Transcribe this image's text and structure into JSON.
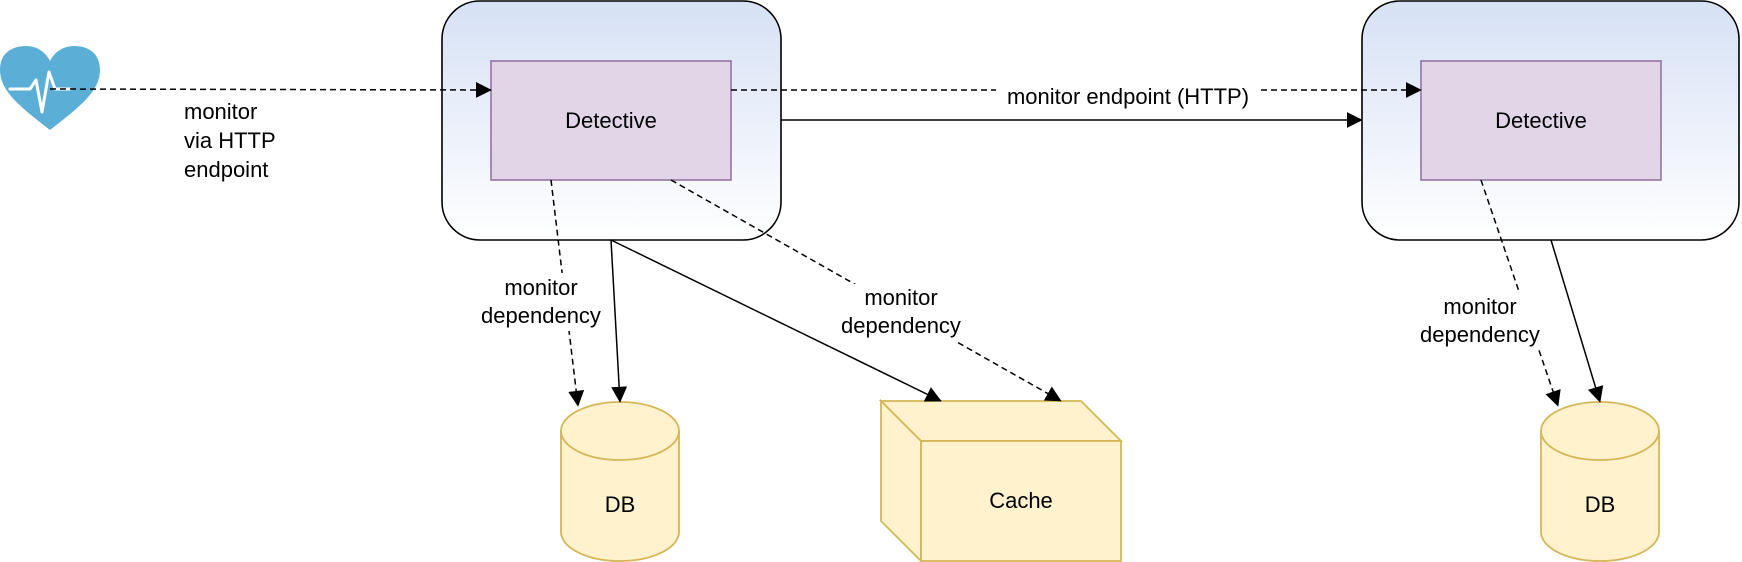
{
  "nodes": {
    "detective_1": {
      "label": "Detective"
    },
    "detective_2": {
      "label": "Detective"
    },
    "db_1": {
      "label": "DB"
    },
    "cache": {
      "label": "Cache"
    },
    "db_2": {
      "label": "DB"
    }
  },
  "edge_labels": {
    "heart_monitor": [
      "monitor",
      "via HTTP",
      "endpoint"
    ],
    "monitor_endpoint": "monitor endpoint (HTTP)",
    "db1_dependency": [
      "monitor",
      "dependency"
    ],
    "cache_dependency": [
      "monitor",
      "dependency"
    ],
    "db2_dependency": [
      "monitor",
      "dependency"
    ]
  },
  "colors": {
    "container_top": "#d6e1f5",
    "container_bottom": "#ffffff",
    "detective_fill": "#e1d5e7",
    "detective_stroke": "#9673a6",
    "store_fill": "#fff2cc",
    "store_stroke": "#d6b656",
    "heart": "#5bafd6"
  },
  "icons": {
    "monitor_source": "heart-pulse-icon"
  }
}
